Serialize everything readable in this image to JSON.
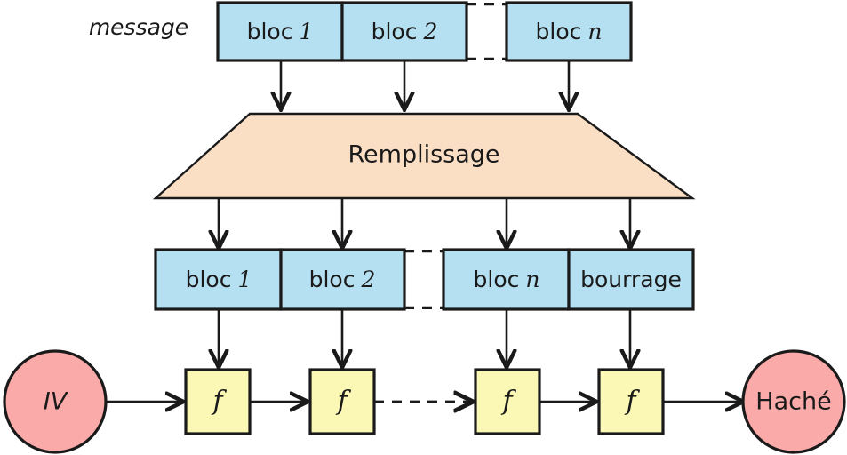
{
  "diagram": {
    "title_label": "message",
    "colors": {
      "block_blue": "#b5e0f2",
      "padding_peach": "#fadfc5",
      "function_yellow": "#fbf8b6",
      "terminal_pink": "#fbaaaa",
      "outline": "#1a1a1a",
      "background": "#ffffff"
    },
    "message_row": {
      "blocks": [
        {
          "label": "bloc",
          "index": "1"
        },
        {
          "label": "bloc",
          "index": "2"
        },
        {
          "label": "bloc",
          "index": "n"
        }
      ],
      "gap_style": "dashed"
    },
    "padding_stage": {
      "label": "Remplissage"
    },
    "padded_row": {
      "blocks": [
        {
          "label": "bloc",
          "index": "1"
        },
        {
          "label": "bloc",
          "index": "2"
        },
        {
          "label": "bloc",
          "index": "n"
        },
        {
          "label": "bourrage",
          "index": ""
        }
      ],
      "gap_style": "dashed"
    },
    "compression_chain": {
      "start_label": "IV",
      "end_label": "Haché",
      "function_label": "f",
      "function_count": 4,
      "chain_gap_style": "dashed"
    }
  }
}
